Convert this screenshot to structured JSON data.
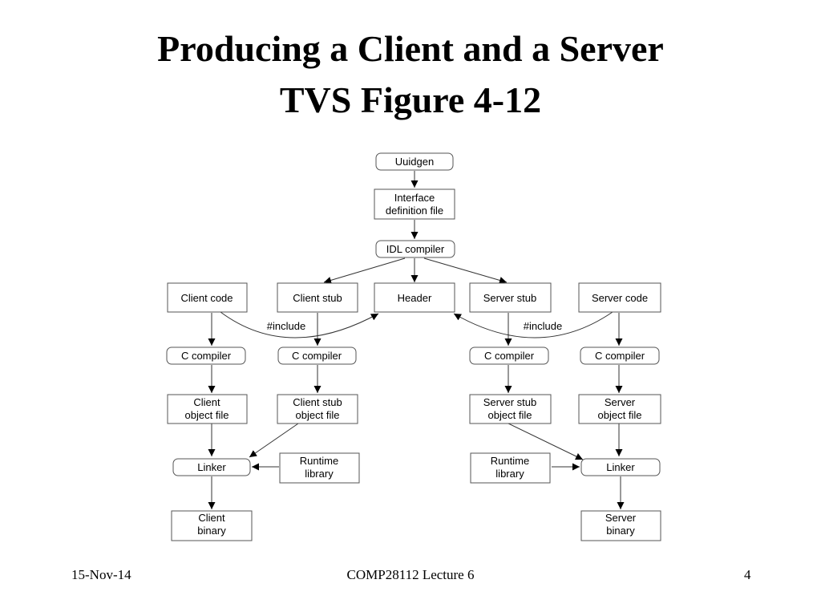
{
  "slide": {
    "title_line1": "Producing a Client and a Server",
    "title_line2": "TVS Figure 4-12"
  },
  "diagram": {
    "nodes": {
      "uuidgen": "Uuidgen",
      "idf_line1": "Interface",
      "idf_line2": "definition file",
      "idl_compiler": "IDL compiler",
      "client_code": "Client code",
      "client_stub": "Client stub",
      "header": "Header",
      "server_stub": "Server stub",
      "server_code": "Server code",
      "c_compiler": "C compiler",
      "client_obj_line1": "Client",
      "client_obj_line2": "object file",
      "client_stub_obj_line1": "Client stub",
      "client_stub_obj_line2": "object file",
      "server_stub_obj_line1": "Server stub",
      "server_stub_obj_line2": "object file",
      "server_obj_line1": "Server",
      "server_obj_line2": "object file",
      "linker": "Linker",
      "runtime_line1": "Runtime",
      "runtime_line2": "library",
      "client_bin_line1": "Client",
      "client_bin_line2": "binary",
      "server_bin_line1": "Server",
      "server_bin_line2": "binary"
    },
    "edge_labels": {
      "include": "#include"
    }
  },
  "footer": {
    "date": "15-Nov-14",
    "course": "COMP28112  Lecture 6",
    "page": "4"
  }
}
